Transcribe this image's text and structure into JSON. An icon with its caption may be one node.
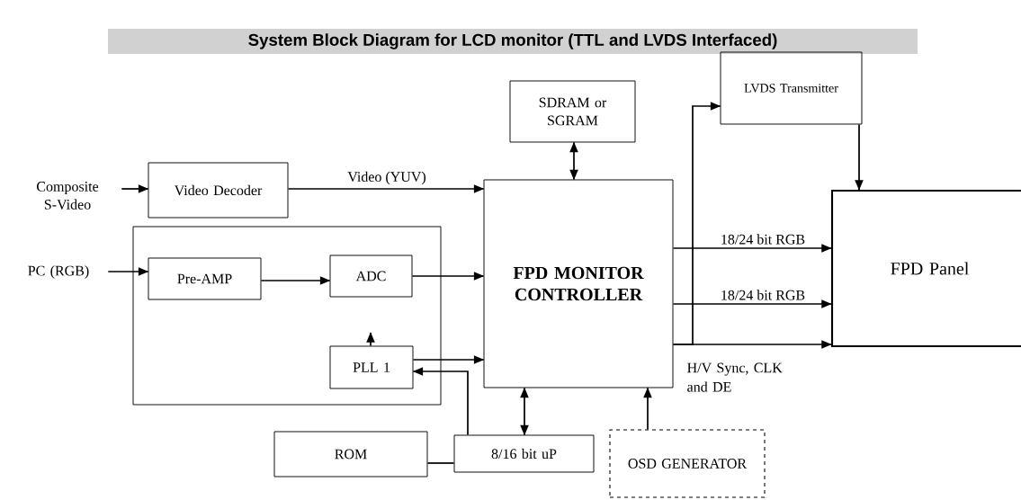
{
  "diagram": {
    "title": "System Block Diagram for LCD monitor (TTL and LVDS Interfaced)",
    "nodes": [
      {
        "text": [
          "Composite S-Video"
        ]
      },
      {
        "text": [
          "Video Decoder"
        ]
      },
      {
        "text": [
          "PC (RGB)"
        ]
      },
      {
        "text": [],
        "shape": "box"
      },
      {
        "text": [
          "Pre-AMP"
        ],
        "in": 3
      },
      {
        "text": [
          "ADC"
        ],
        "in": 3
      },
      {
        "text": [
          "PLL 1"
        ],
        "in": 3
      },
      {
        "text": [
          "FPD MONITOR CONTROLLER"
        ]
      },
      {
        "text": [
          "SDRAM or SGRAM"
        ]
      },
      {
        "text": [
          "LVDS Transmitter"
        ]
      },
      {
        "text": [
          "FPD Panel"
        ]
      },
      {
        "text": [
          "ROM"
        ]
      },
      {
        "text": [
          "8/16 bit uP"
        ]
      },
      {
        "text": [
          "OSD GENERATOR"
        ]
      }
    ],
    "edges": [
      {
        "from": 0,
        "to": 1,
        "arrow": "to"
      },
      {
        "from": 1,
        "to": 7,
        "arrow": "to",
        "label": "Video (YUV)"
      },
      {
        "from": 2,
        "to": 4,
        "arrow": "to"
      },
      {
        "from": 4,
        "to": 5,
        "arrow": "to"
      },
      {
        "from": 5,
        "to": 7,
        "arrow": "to"
      },
      {
        "from": 6,
        "to": 7,
        "arrow": "to"
      },
      {
        "from": 12,
        "to": 6,
        "arrow": "to"
      },
      {
        "from": 11,
        "to": 12,
        "arrow": "none"
      },
      {
        "from": 12,
        "to": 7,
        "arrow": "both"
      },
      {
        "from": 13,
        "to": 7,
        "arrow": "to"
      },
      {
        "from": 8,
        "to": 7,
        "arrow": "both"
      },
      {
        "from": 7,
        "to": 10,
        "arrow": "to",
        "label": "18/24 bit RGB"
      },
      {
        "from": 7,
        "to": 10,
        "arrow": "to",
        "label": "18/24 bit RGB"
      },
      {
        "from": 7,
        "to": 10,
        "arrow": "to",
        "label": "H/V Sync, CLK and DE"
      },
      {
        "from": 7,
        "to": 9,
        "arrow": "to"
      },
      {
        "from": 9,
        "to": 10,
        "arrow": "to"
      },
      {
        "from": 6,
        "to": null,
        "arrow": "to"
      }
    ]
  }
}
